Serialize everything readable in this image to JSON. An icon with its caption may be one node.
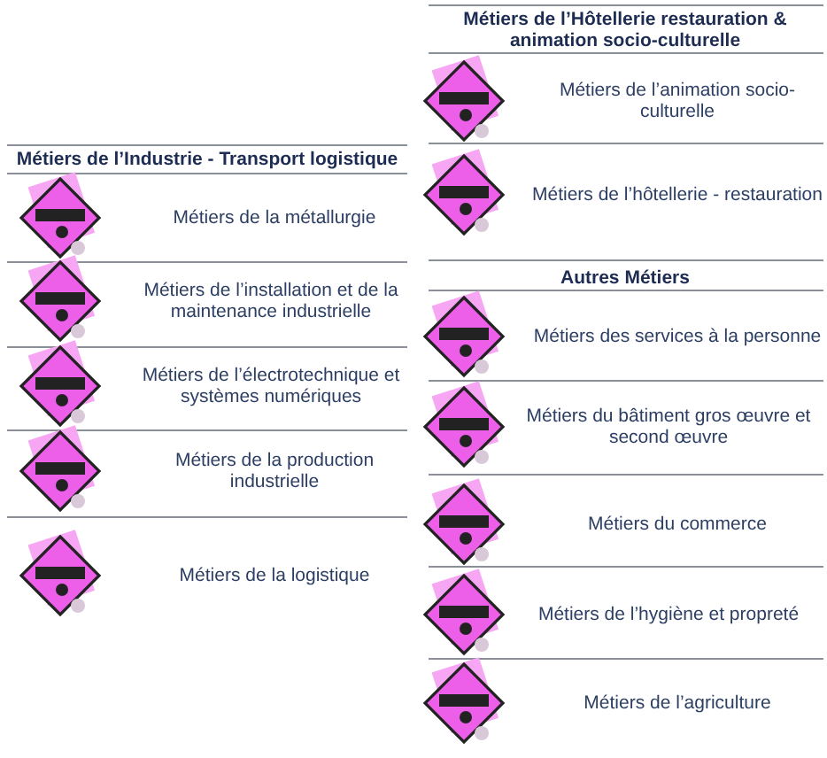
{
  "diagram": {
    "labels": [
      "Métiers de l’Industrie - Transport logistique",
      "Métiers de la métallurgie",
      "Métiers de l’installation et de la maintenance industrielle",
      "Métiers de l’électrotechnique et systèmes numériques",
      "Métiers de la production industrielle",
      "Métiers de la logistique",
      "Métiers de l’Hôtellerie restauration & animation socio-culturelle",
      "Métiers de l’animation socio-culturelle",
      "Métiers de l’hôtellerie - restauration",
      "Autres Métiers",
      "Métiers des services à la personne",
      "Métiers du bâtiment gros œuvre et second œuvre",
      "Métiers du commerce",
      "Métiers de l’hygiène et propreté",
      "Métiers de l’agriculture"
    ]
  }
}
